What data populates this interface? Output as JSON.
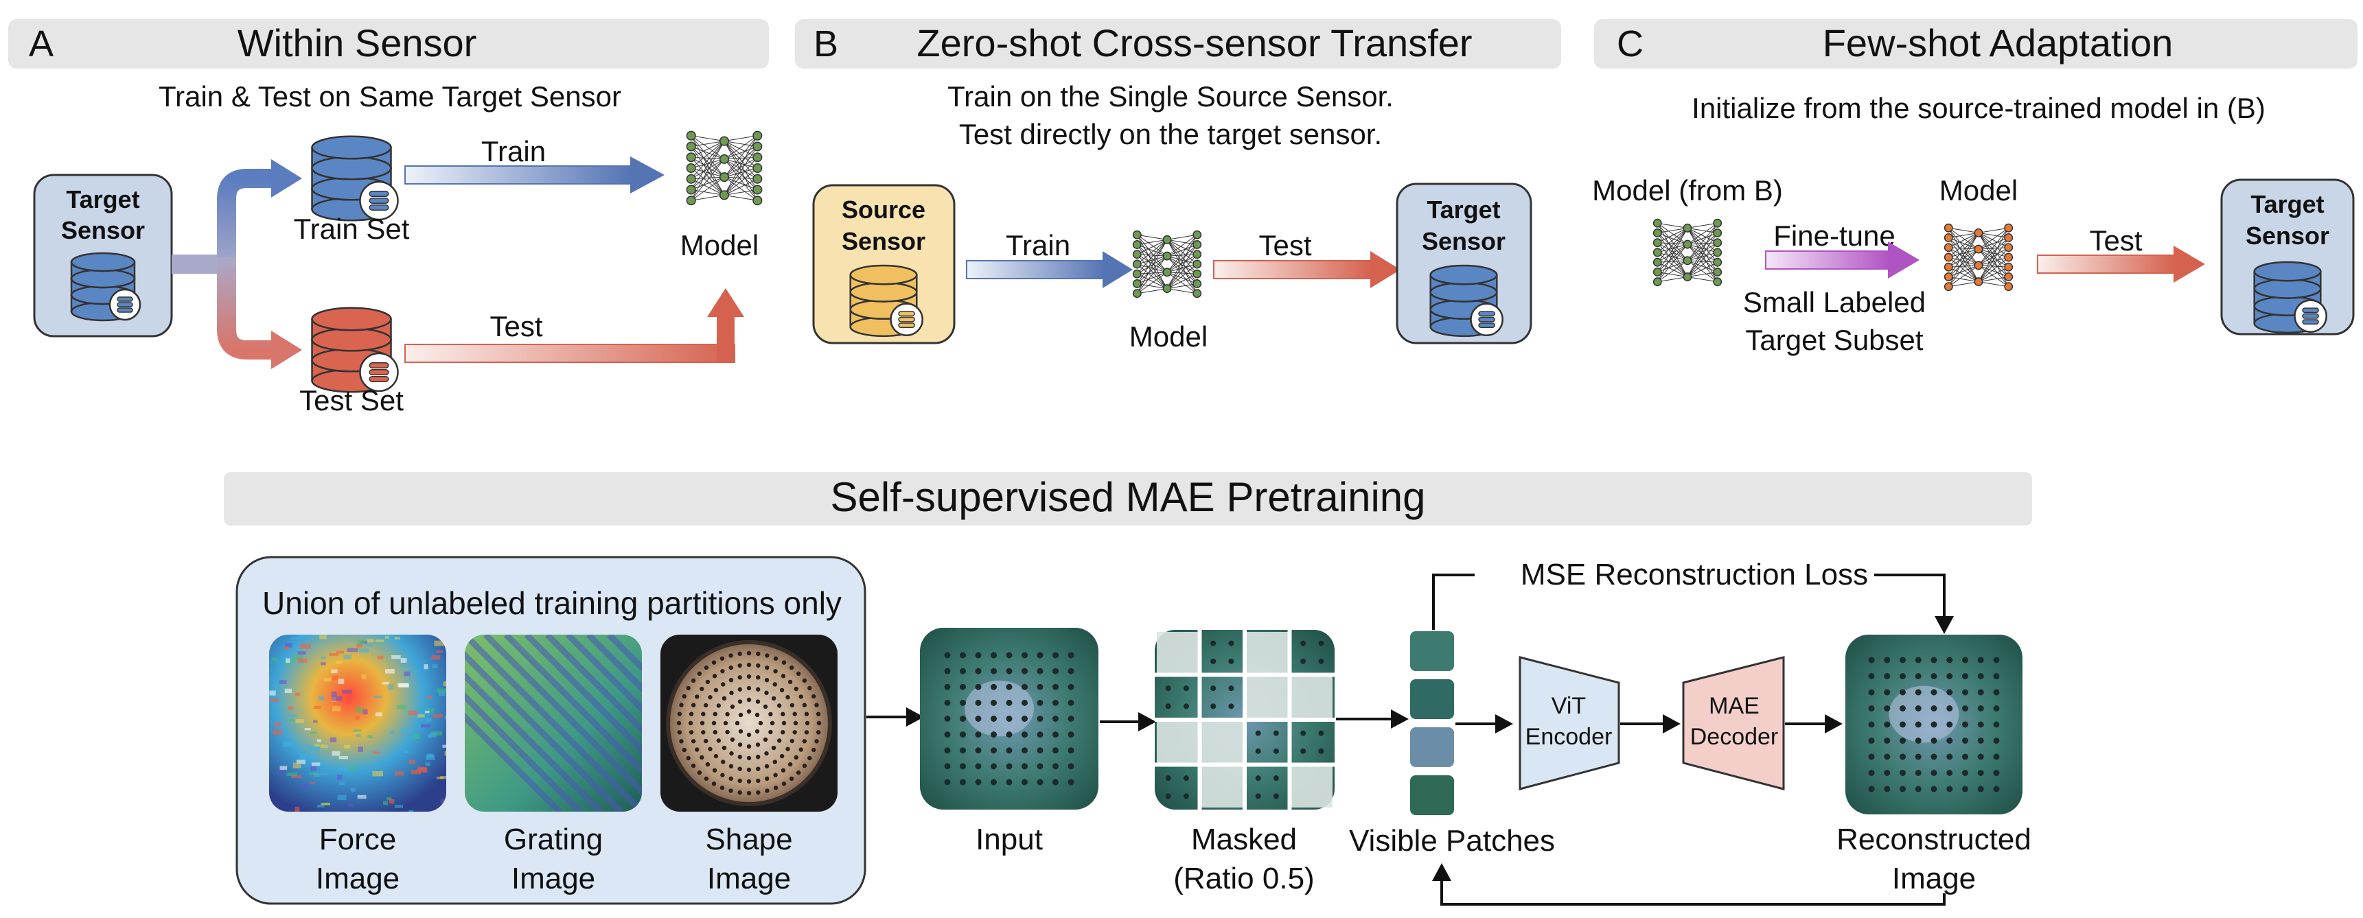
{
  "panels": {
    "a": {
      "letter": "A",
      "title": "Within Sensor",
      "subtitle": "Train & Test on Same Target Sensor",
      "sensor_line1": "Target",
      "sensor_line2": "Sensor",
      "train_set": "Train Set",
      "test_set": "Test Set",
      "train": "Train",
      "test": "Test",
      "model": "Model"
    },
    "b": {
      "letter": "B",
      "title": "Zero-shot Cross-sensor Transfer",
      "subtitle_line1": "Train on the Single Source Sensor.",
      "subtitle_line2": "Test directly on the target sensor.",
      "source_line1": "Source",
      "source_line2": "Sensor",
      "train": "Train",
      "test": "Test",
      "model": "Model",
      "target_line1": "Target",
      "target_line2": "Sensor"
    },
    "c": {
      "letter": "C",
      "title": "Few-shot Adaptation",
      "subtitle": "Initialize from the source-trained model in (B)",
      "model_from_b": "Model (from B)",
      "finetune": "Fine-tune",
      "model": "Model",
      "subset_line1": "Small Labeled",
      "subset_line2": "Target Subset",
      "test": "Test",
      "target_line1": "Target",
      "target_line2": "Sensor"
    }
  },
  "mae": {
    "title": "Self-supervised MAE Pretraining",
    "union_label": "Union of unlabeled training partitions only",
    "images": [
      {
        "line1": "Force",
        "line2": "Image"
      },
      {
        "line1": "Grating",
        "line2": "Image"
      },
      {
        "line1": "Shape",
        "line2": "Image"
      }
    ],
    "input": "Input",
    "masked_line1": "Masked",
    "masked_line2": "(Ratio 0.5)",
    "visible": "Visible Patches",
    "encoder_line1": "ViT",
    "encoder_line2": "Encoder",
    "decoder_line1": "MAE",
    "decoder_line2": "Decoder",
    "reconstructed_line1": "Reconstructed",
    "reconstructed_line2": "Image",
    "loss": "MSE Reconstruction Loss"
  },
  "colors": {
    "header_bg": "#e6e6e6",
    "sensor_blue": "#c9d6e8",
    "sensor_yellow": "#f7e2b0",
    "db_blue": "#5b86c4",
    "db_red": "#d9644f",
    "db_yellow": "#f0c060",
    "arrow_blue": "#5574b4",
    "arrow_red": "#d5624f",
    "arrow_purple": "#b054c4",
    "net_green": "#6e9a52",
    "net_orange": "#e47a3a",
    "union_bg": "#dbe7f4",
    "encoder_fill": "#d9e6f3",
    "decoder_fill": "#f4cfca",
    "tactile_teal": "#2f7068"
  }
}
